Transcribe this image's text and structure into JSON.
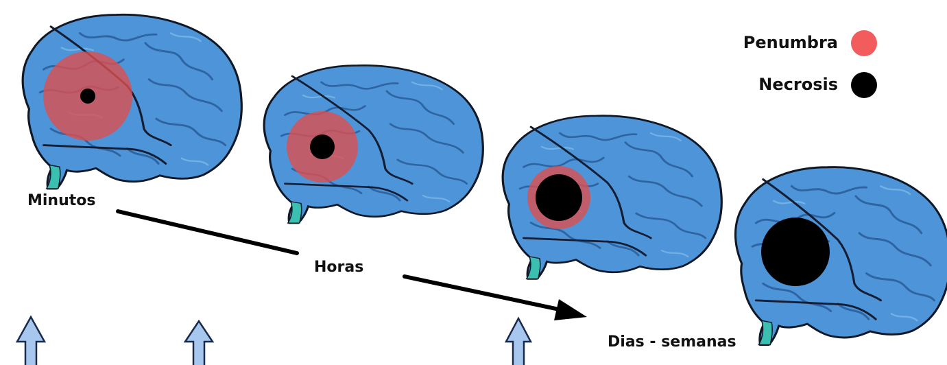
{
  "legend": {
    "penumbra_label": "Penumbra",
    "penumbra_color": "#f25c5c",
    "necrosis_label": "Necrosis",
    "necrosis_color": "#000000"
  },
  "timeline": {
    "labels": [
      "Minutos",
      "Horas",
      "Dias - semanas"
    ]
  },
  "colors": {
    "brain": "#4d95d8",
    "penumbra_overlay": "#dd4f4f",
    "arrow": "#a7c7ee"
  }
}
